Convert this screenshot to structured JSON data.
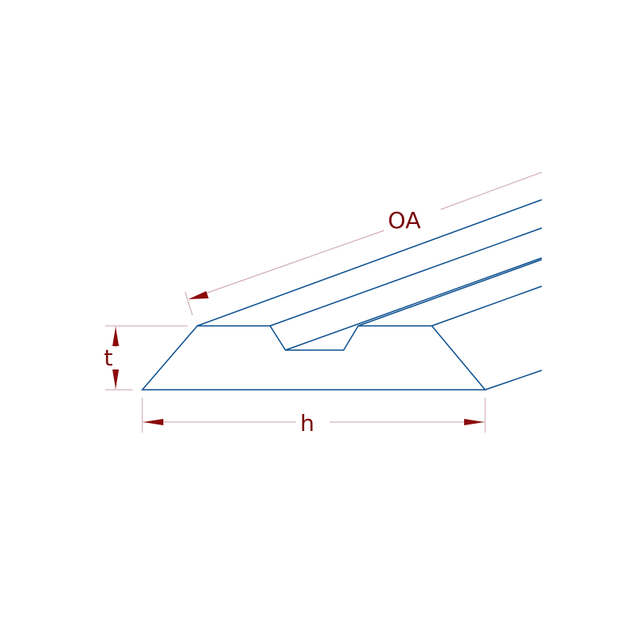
{
  "colors": {
    "outline": "#0b4f8f",
    "dimension_line": "#c9a0a4",
    "dimension_arrow": "#8b0a0a",
    "dimension_text": "#7a0a0a"
  },
  "dimensions": {
    "overall_length_label": "OA",
    "thickness_label": "t",
    "width_label": "h"
  }
}
